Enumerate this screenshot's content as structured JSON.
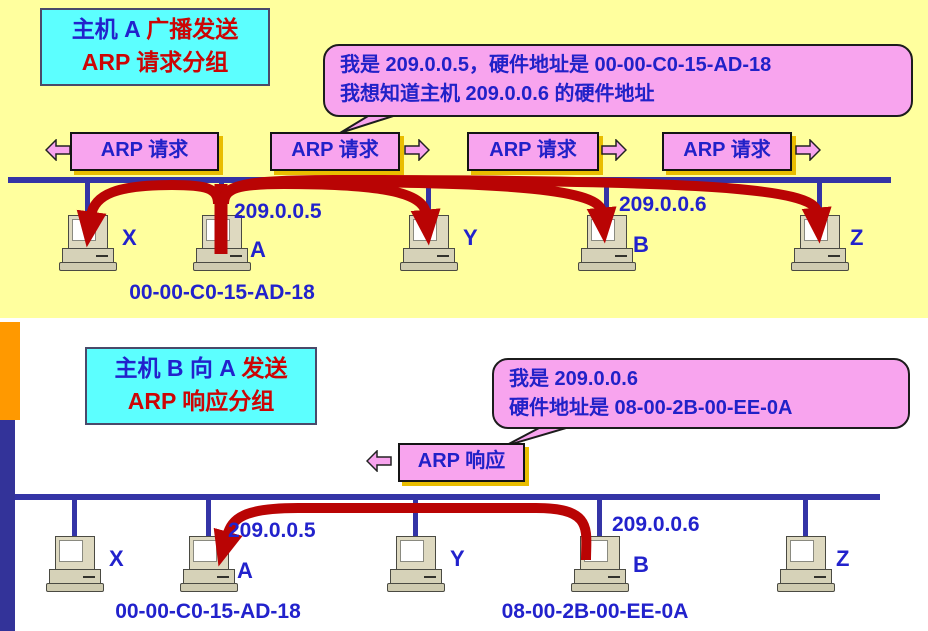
{
  "colors": {
    "background_top": "#FFFF9E",
    "background_bottom": "#FFFFFF",
    "title_box_cyan": "#5CFFFF",
    "bubble_pink": "#F8A4EE",
    "packet_box_pink": "#F8A4EE",
    "packet_box_shadow_gold": "#E9BD00",
    "bus_blue": "#3434A6",
    "arrow_red": "#B90404",
    "text_blue": "#2222CC",
    "text_red": "#CC0505",
    "orange_bar": "#FF9900",
    "navy_bar": "#333399"
  },
  "top": {
    "title": {
      "line1_blue": "主机 A",
      "line1_red": " 广播发送",
      "line2": "ARP 请求分组"
    },
    "bubble": {
      "line1": "我是 209.0.0.5，硬件地址是 00-00-C0-15-AD-18",
      "line2": "我想知道主机 209.0.0.6 的硬件地址"
    },
    "packet_label": "ARP 请求",
    "hosts": [
      {
        "name": "X"
      },
      {
        "name": "A",
        "ip": "209.0.0.5",
        "mac": "00-00-C0-15-AD-18"
      },
      {
        "name": "Y"
      },
      {
        "name": "B",
        "ip": "209.0.0.6"
      },
      {
        "name": "Z"
      }
    ]
  },
  "bottom": {
    "title": {
      "line1_blue": "主机 B 向 A",
      "line1_red": " 发送",
      "line2": "ARP 响应分组"
    },
    "bubble": {
      "line1": "我是 209.0.0.6",
      "line2": "硬件地址是 08-00-2B-00-EE-0A"
    },
    "packet_label": "ARP 响应",
    "hosts": [
      {
        "name": "X"
      },
      {
        "name": "A",
        "ip": "209.0.0.5",
        "mac": "00-00-C0-15-AD-18"
      },
      {
        "name": "Y"
      },
      {
        "name": "B",
        "ip": "209.0.0.6",
        "mac": "08-00-2B-00-EE-0A"
      },
      {
        "name": "Z"
      }
    ]
  }
}
